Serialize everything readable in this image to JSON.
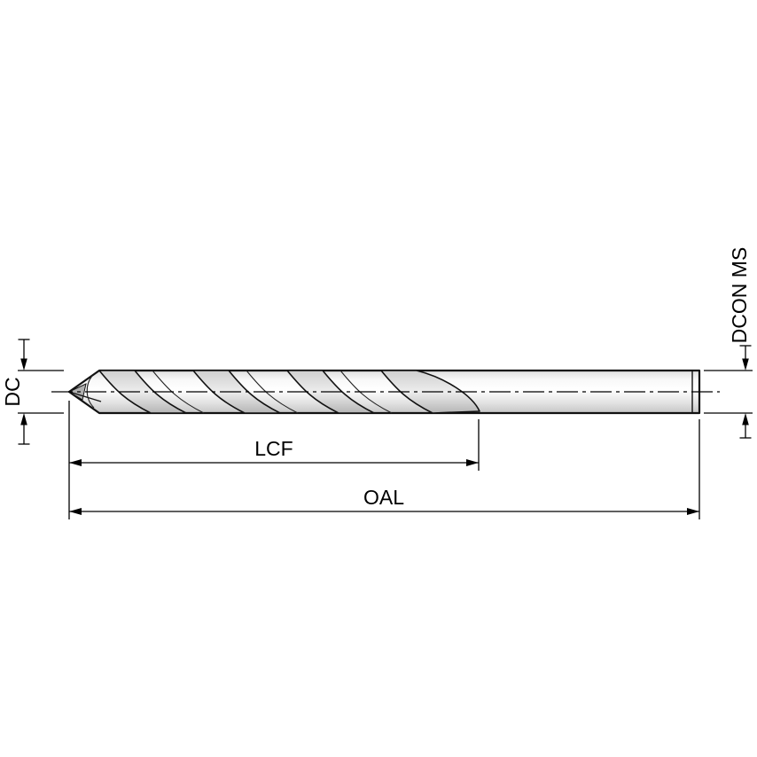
{
  "diagram": {
    "labels": {
      "diameter": "DC",
      "flute_length": "LCF",
      "overall_length": "OAL",
      "shank_diameter": "DCON MS"
    },
    "colors": {
      "line": "#000000",
      "background": "#ffffff",
      "body_highlight": "#ffffff",
      "body_shadow": "#c6c6c6"
    }
  }
}
